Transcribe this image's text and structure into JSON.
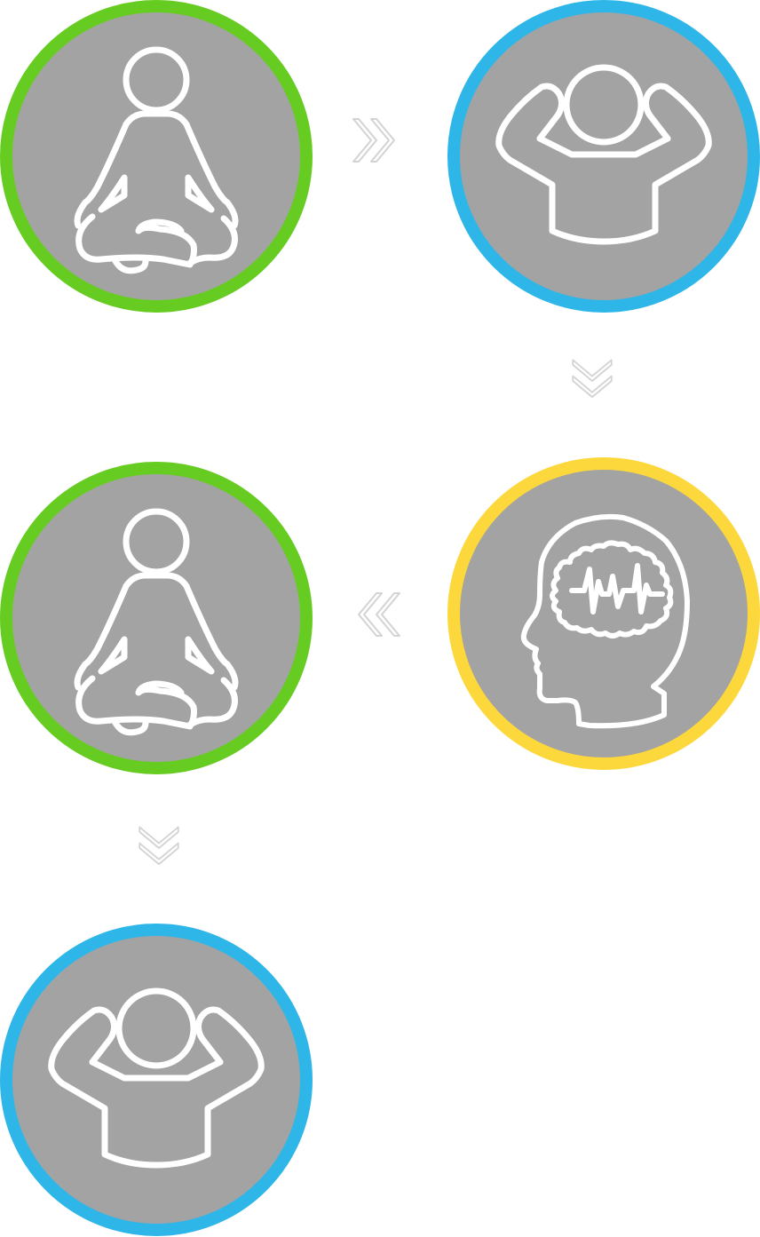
{
  "colors": {
    "node_fill": "#a3a3a3",
    "green": "#66cc22",
    "blue": "#2eb6e8",
    "yellow": "#fdd83c",
    "icon_stroke": "#ffffff",
    "arrow_stroke": "#d3d3d3"
  },
  "nodes": [
    {
      "id": "n1",
      "icon": "meditation-icon",
      "ring": "green"
    },
    {
      "id": "n2",
      "icon": "relaxed-person-icon",
      "ring": "blue"
    },
    {
      "id": "n3",
      "icon": "brain-activity-icon",
      "ring": "yellow"
    },
    {
      "id": "n4",
      "icon": "meditation-icon",
      "ring": "green"
    },
    {
      "id": "n5",
      "icon": "relaxed-person-icon",
      "ring": "blue"
    }
  ],
  "arrows": [
    {
      "id": "a1",
      "icon": "double-chevron-right-icon"
    },
    {
      "id": "a2",
      "icon": "double-chevron-down-icon"
    },
    {
      "id": "a3",
      "icon": "double-chevron-left-icon"
    },
    {
      "id": "a4",
      "icon": "double-chevron-down-icon"
    }
  ]
}
